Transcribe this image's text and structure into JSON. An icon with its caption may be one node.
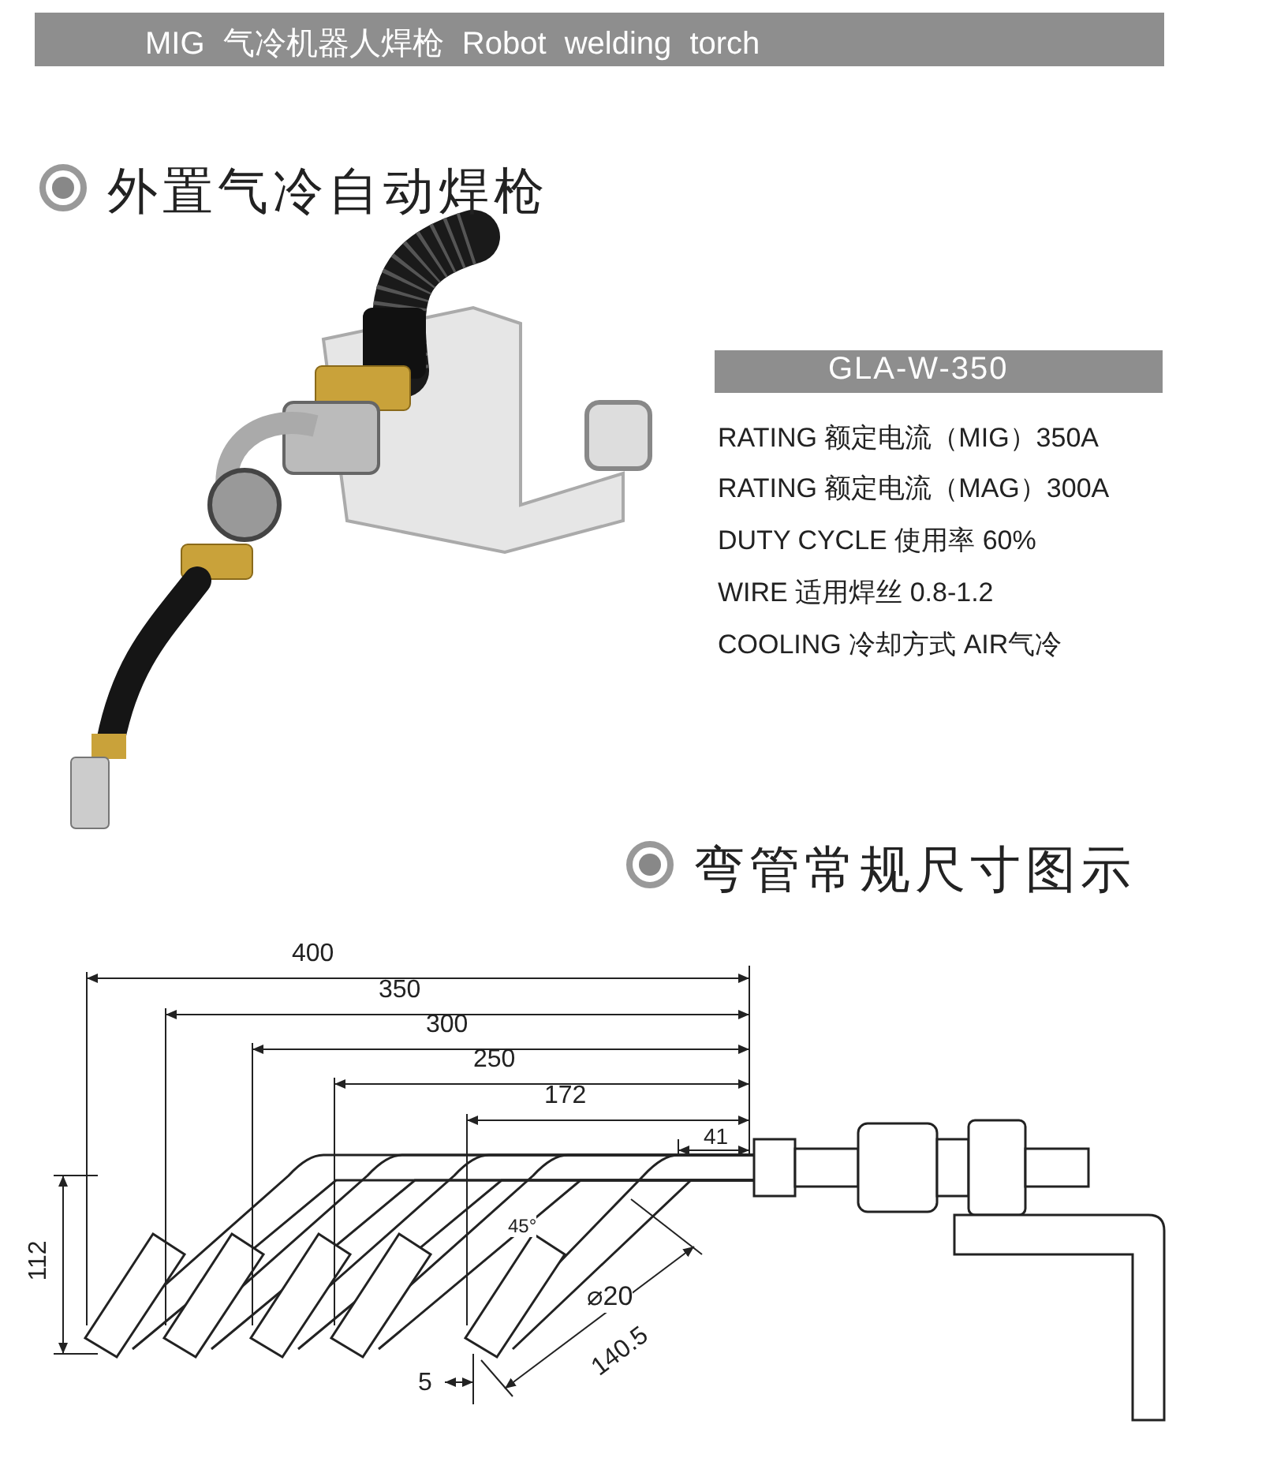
{
  "diagram": {
    "title": "MIG 气冷机器人焊枪 Robot welding torch",
    "labels": [
      "外置气冷自动焊枪",
      "GLA-W-350",
      "RATING 额定电流（MIG）350A",
      "RATING 额定电流（MAG）300A",
      "DUTY CYCLE 使用率 60%",
      "WIRE 适用焊丝 0.8-1.2",
      "COOLING 冷却方式 AIR气冷",
      "弯管常规尺寸图示",
      "400",
      "350",
      "300",
      "250",
      "172",
      "41",
      "112",
      "45°",
      "⌀20",
      "5",
      "140.5"
    ]
  }
}
